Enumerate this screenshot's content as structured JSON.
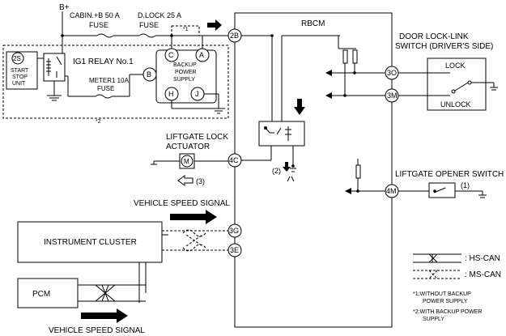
{
  "power": {
    "bplus": "B+",
    "fuse1": [
      "CABIN.+B 50 A",
      "FUSE"
    ],
    "fuse2": [
      "D.LOCK 25 A",
      "FUSE"
    ],
    "note1_marker": "*1",
    "note2_marker": "*2"
  },
  "rbcm": {
    "title": "RBCM"
  },
  "terminals": {
    "t2B": "2B",
    "t3O": "3O",
    "t3M": "3M",
    "t4C": "4C",
    "t4M": "4M",
    "t3G": "3G",
    "t3E": "3E"
  },
  "relay_module": {
    "start_stop_pin": "2S",
    "start_stop_unit": [
      "START",
      "STOP",
      "UNIT"
    ],
    "ig1_relay": "IG1 RELAY No.1",
    "meter_fuse": [
      "METER1 10A",
      "FUSE"
    ],
    "backup_supply": [
      "BACKUP",
      "POWER",
      "SUPPLY"
    ],
    "pins": {
      "A": "A",
      "B": "B",
      "C": "C",
      "H": "H",
      "J": "J"
    }
  },
  "door_switch": {
    "title": [
      "DOOR  LOCK-LINK",
      "SWITCH (DRIVER'S SIDE)"
    ],
    "lock": "LOCK",
    "unlock": "UNLOCK"
  },
  "liftgate_actuator": {
    "title": [
      "LIFTGATE LOCK",
      "ACTUATOR"
    ],
    "motor": "M",
    "step3": "(3)",
    "step2": "(2)"
  },
  "liftgate_opener": {
    "title": "LIFTGATE OPENER SWITCH",
    "step1": "(1)"
  },
  "signals": {
    "vehicle_speed_top": "VEHICLE SPEED SIGNAL",
    "vehicle_speed_bottom": "VEHICLE SPEED SIGNAL"
  },
  "modules": {
    "instrument_cluster": "INSTRUMENT CLUSTER",
    "pcm": "PCM"
  },
  "legend": {
    "hs_can": ": HS-CAN",
    "ms_can": ": MS-CAN",
    "note1": [
      "*1:WITHOUT BACKUP",
      "POWER SUPPLY"
    ],
    "note2": [
      "*2:WITH BACKUP POWER",
      "SUPPLY"
    ]
  }
}
